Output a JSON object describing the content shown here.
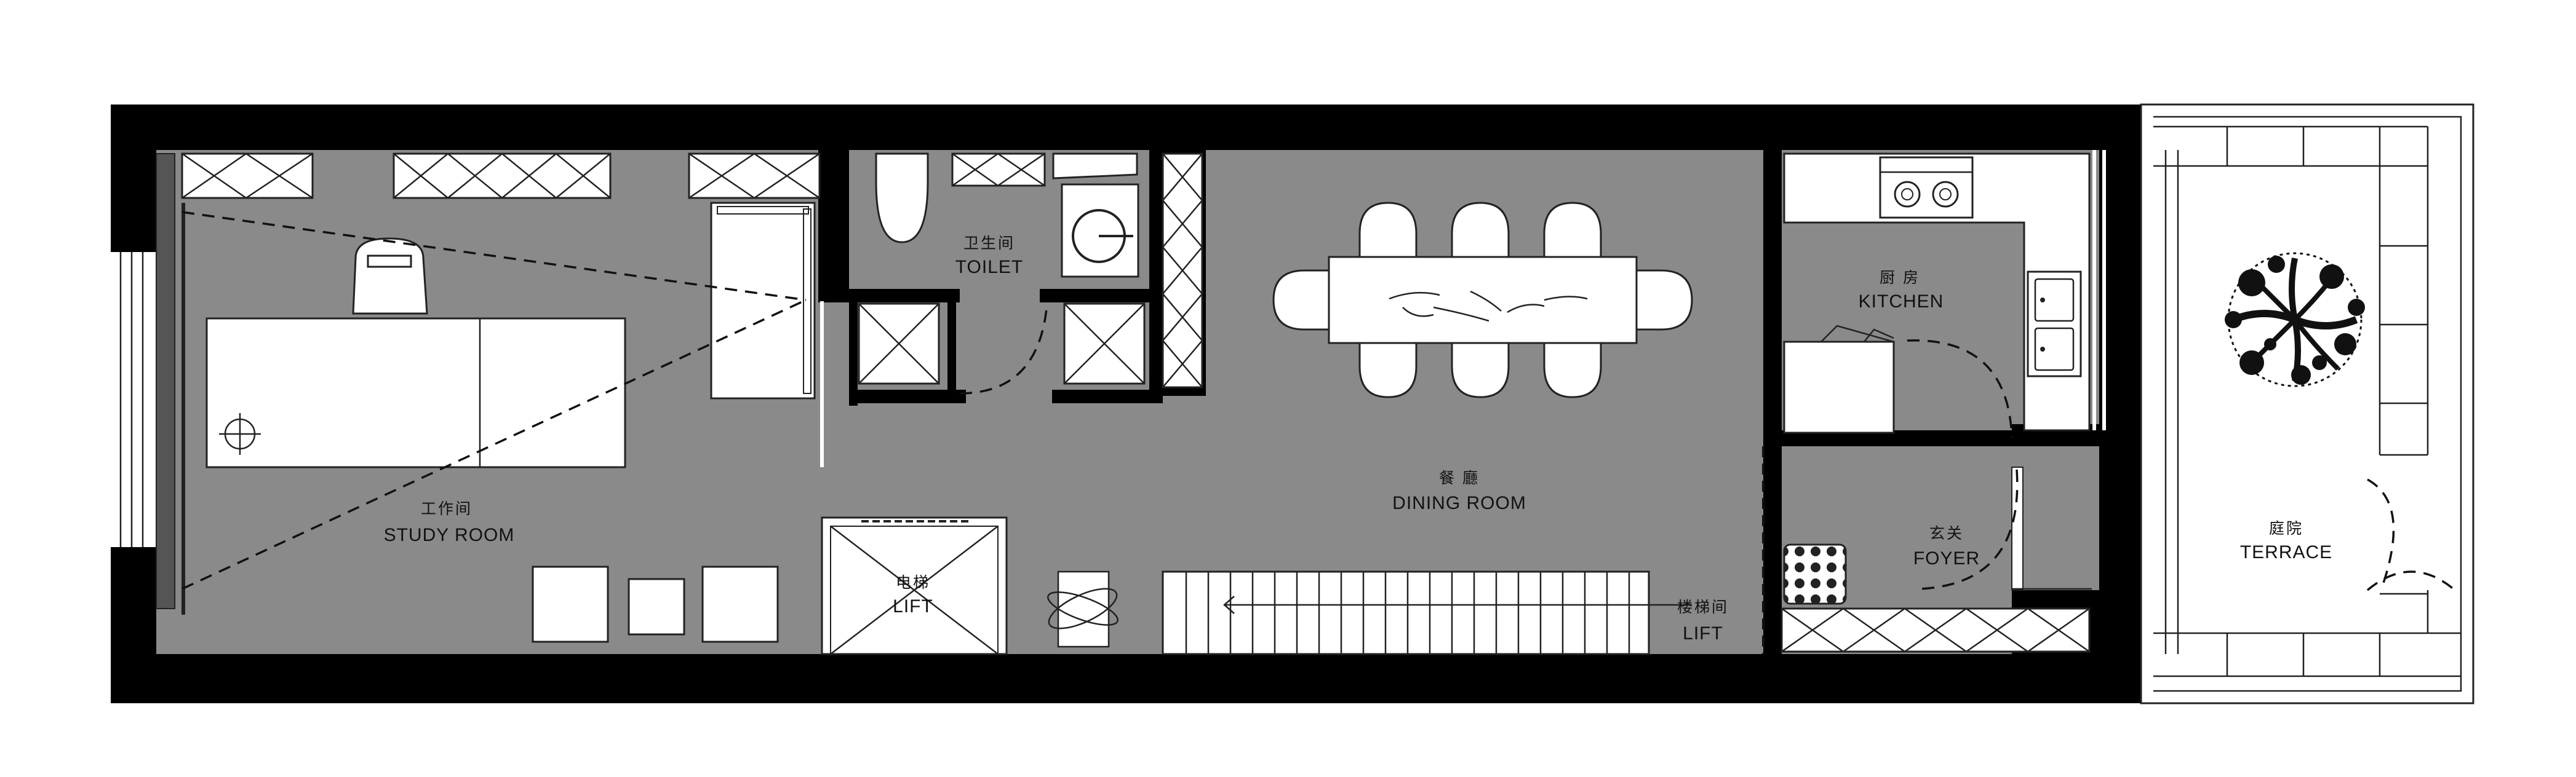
{
  "rooms": {
    "study": {
      "zh": "工作间",
      "en": "STUDY ROOM"
    },
    "toilet": {
      "zh": "卫生间",
      "en": "TOILET"
    },
    "dining": {
      "zh": "餐 廳",
      "en": "DINING ROOM"
    },
    "kitchen": {
      "zh": "厨 房",
      "en": "KITCHEN"
    },
    "foyer": {
      "zh": "玄关",
      "en": "FOYER"
    },
    "terrace": {
      "zh": "庭院",
      "en": "TERRACE"
    },
    "lift": {
      "zh": "电梯",
      "en": "LIFT"
    },
    "stair": {
      "zh": "楼梯间",
      "en": "LIFT"
    }
  }
}
